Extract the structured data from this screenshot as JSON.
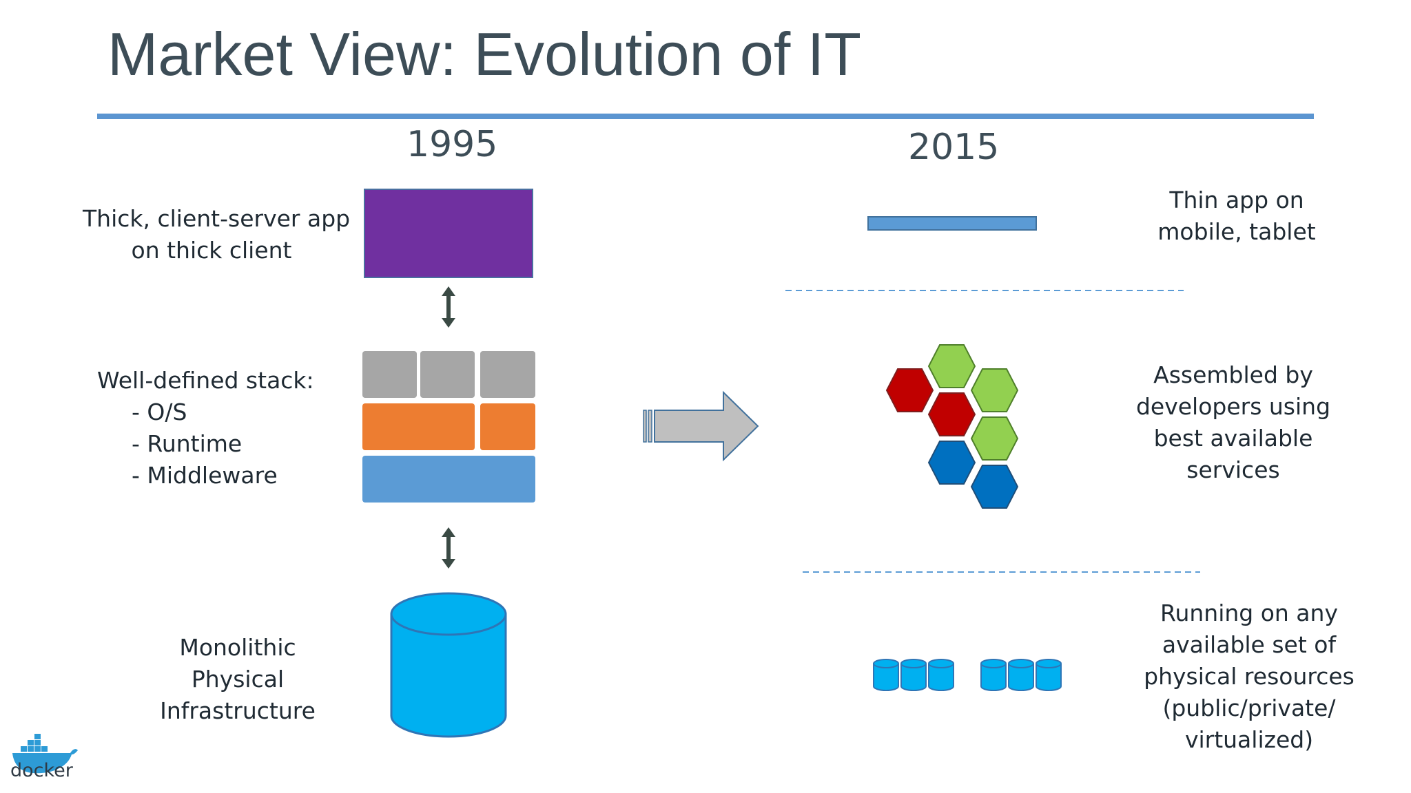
{
  "title": "Market View: Evolution of IT",
  "years": {
    "left": "1995",
    "right": "2015"
  },
  "left_labels": {
    "client": [
      "Thick, client-server app",
      "on thick client"
    ],
    "stack_heading": "Well-defined stack:",
    "stack_items": [
      "- O/S",
      "- Runtime",
      "- Middleware"
    ],
    "infra": [
      "Monolithic",
      "Physical",
      "Infrastructure"
    ]
  },
  "right_labels": {
    "app": [
      "Thin app on",
      "mobile, tablet"
    ],
    "services": [
      "Assembled by",
      "developers using",
      "best available",
      "services"
    ],
    "resources": [
      "Running on any",
      "available set of",
      "physical resources",
      "(public/private/",
      "virtualized)"
    ]
  },
  "logo_text": "docker",
  "colors": {
    "title": "#3d4d57",
    "rule": "#5b95d1",
    "purple": "#7030a0",
    "gray": "#a6a6a6",
    "orange": "#ed7d31",
    "light_blue": "#5b9bd5",
    "cyan": "#00b0f0",
    "red": "#c00000",
    "green": "#92d050",
    "dark_blue": "#0070c0",
    "arrow_gray": "#bfbfbf",
    "arrow_outline": "#41719c"
  }
}
